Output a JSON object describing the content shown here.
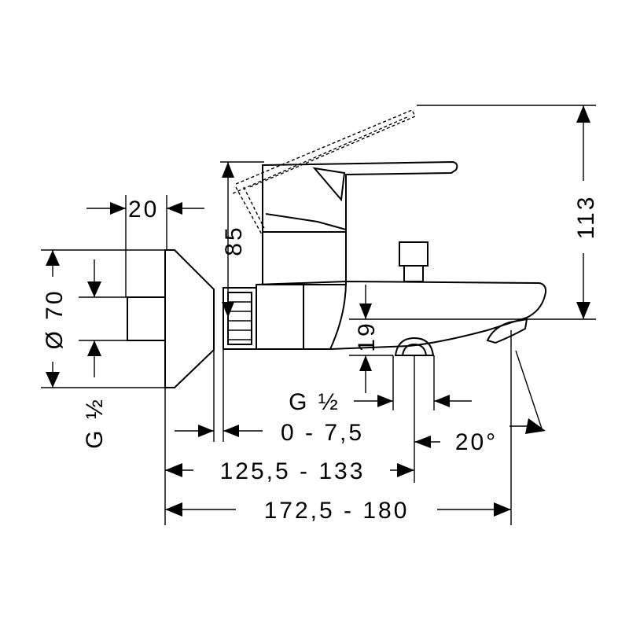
{
  "dimensions": {
    "d20": "20",
    "d85": "85",
    "d113": "113",
    "d70": "Ø 70",
    "d19": "19",
    "thread_left": "G ½",
    "thread_bottom": "G ½",
    "adjust": "0 - 7,5",
    "angle": "20°",
    "spacing": "125,5 - 133",
    "length": "172,5 - 180"
  }
}
